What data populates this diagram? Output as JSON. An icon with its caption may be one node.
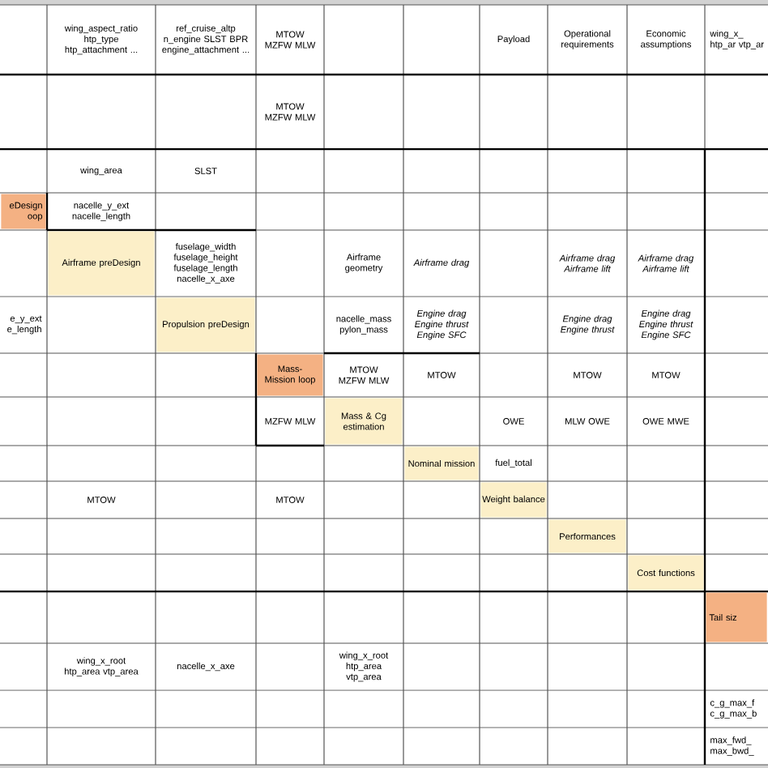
{
  "diagram": {
    "nodes": [
      {
        "text": [
          "eDesign oop"
        ]
      },
      {
        "text": [
          "Airframe preDesign"
        ]
      },
      {
        "text": [
          "Propulsion preDesign"
        ]
      },
      {
        "text": [
          "Mass-Mission loop"
        ]
      },
      {
        "text": [
          "Mass & Cg estimation"
        ]
      },
      {
        "text": [
          "Nominal mission"
        ]
      },
      {
        "text": [
          "Weight balance"
        ]
      },
      {
        "text": [
          "Performances"
        ]
      },
      {
        "text": [
          "Cost functions"
        ]
      },
      {
        "text": [
          "Tail siz"
        ]
      }
    ],
    "labels": [
      "wing_aspect_ratio htp_type htp_attachment ...",
      "ref_cruise_altp n_engine SLST BPR engine_attachment ...",
      "MTOW MZFW MLW",
      "Payload",
      "Operational requirements",
      "Economic assumptions",
      "wing_x_ htp_ar vtp_ar",
      "MTOW MZFW MLW",
      "wing_area",
      "SLST",
      "nacelle_y_ext nacelle_length",
      "fuselage_width fuselage_height fuselage_length nacelle_x_axe",
      "Airframe geometry",
      "Airframe drag",
      "Airframe drag Airframe lift",
      "Airframe drag Airframe lift",
      "e_y_ext e_length",
      "nacelle_mass pylon_mass",
      "Engine drag Engine thrust Engine SFC",
      "Engine drag Engine thrust",
      "Engine drag Engine thrust Engine SFC",
      "MTOW MZFW MLW",
      "MTOW",
      "MTOW",
      "MTOW",
      "MZFW MLW",
      "OWE",
      "MLW OWE",
      "OWE MWE",
      "fuel_total",
      "MTOW",
      "MTOW",
      "wing_x_root htp_area vtp_area",
      "nacelle_x_axe",
      "wing_x_root htp_area vtp_area",
      "c_g_max_f c_g_max_b",
      "max_fwd_ max_bwd_"
    ]
  }
}
